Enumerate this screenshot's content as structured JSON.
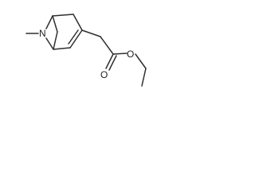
{
  "atoms": {
    "n_label": "N",
    "o_carbonyl_label": "O",
    "o_ester_label": "O"
  },
  "colors": {
    "bond": "#2f2f2f",
    "text": "#222222",
    "background": "#ffffff"
  }
}
